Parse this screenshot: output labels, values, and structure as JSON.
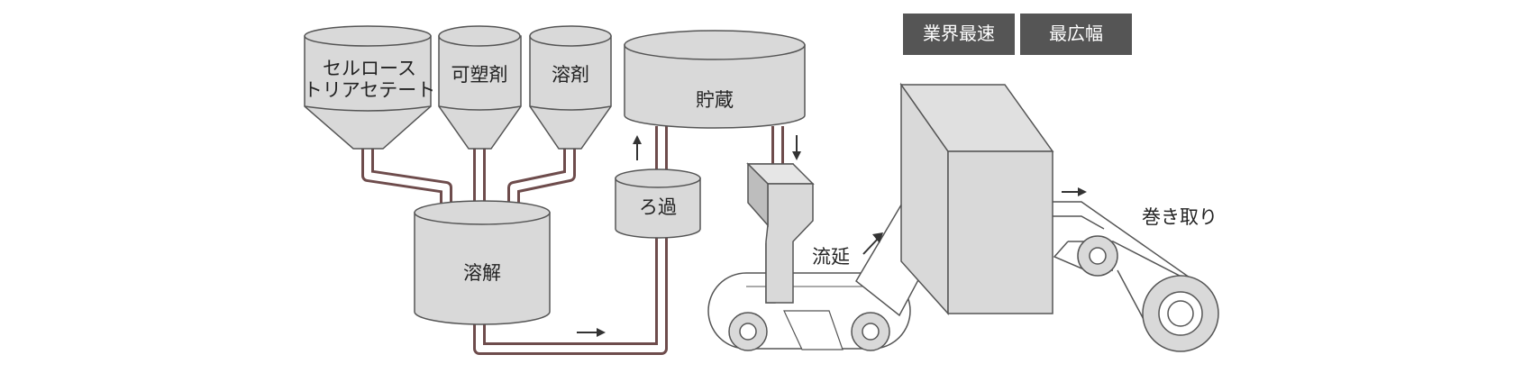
{
  "badges": [
    "業界最速",
    "最広幅"
  ],
  "labels": {
    "cellulose_line1": "セルロース",
    "cellulose_line2": "トリアセテート",
    "plasticizer": "可塑剤",
    "solvent": "溶剤",
    "storage": "貯蔵",
    "filtration": "ろ過",
    "dissolution": "溶解",
    "casting": "流延",
    "winding": "巻き取り"
  },
  "colors": {
    "fill": "#d9d9d9",
    "stroke": "#555555",
    "badge": "#555555",
    "pipe": "#6e4c4c",
    "arrow": "#333333"
  }
}
